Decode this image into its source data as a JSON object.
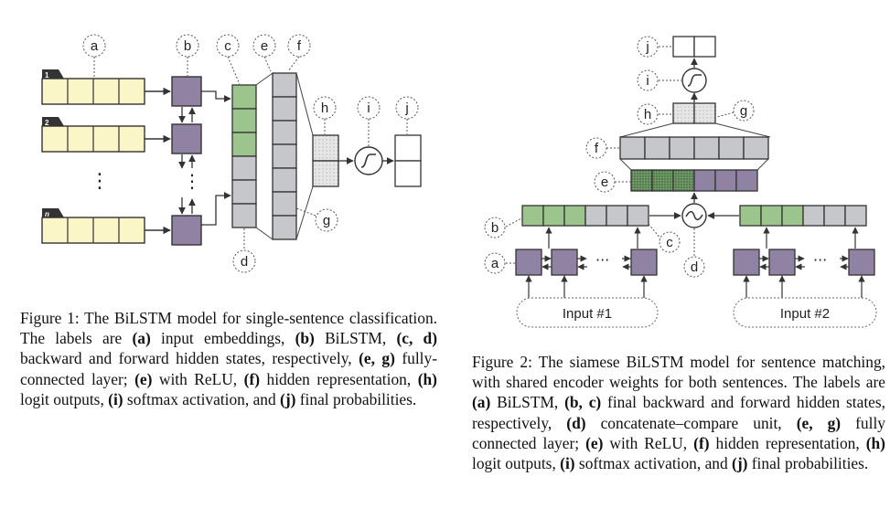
{
  "figure1": {
    "labels": [
      "a",
      "b",
      "c",
      "e",
      "f",
      "h",
      "i",
      "j",
      "g",
      "d"
    ],
    "row_tags": [
      "1",
      "2",
      "n"
    ],
    "ellipsis": "⋮",
    "caption": [
      {
        "t": "Figure 1:  The BiLSTM model for single-sentence classification.  The labels are "
      },
      {
        "t": "(a)",
        "b": true
      },
      {
        "t": " input embeddings, "
      },
      {
        "t": "(b)",
        "b": true
      },
      {
        "t": " BiLSTM, "
      },
      {
        "t": "(c, d)",
        "b": true
      },
      {
        "t": " backward and forward hidden states, respectively, "
      },
      {
        "t": "(e, g)",
        "b": true
      },
      {
        "t": " fully-connected layer; "
      },
      {
        "t": "(e)",
        "b": true
      },
      {
        "t": " with ReLU, "
      },
      {
        "t": "(f)",
        "b": true
      },
      {
        "t": " hidden representation, "
      },
      {
        "t": "(h)",
        "b": true
      },
      {
        "t": " logit outputs, "
      },
      {
        "t": "(i)",
        "b": true
      },
      {
        "t": " softmax activation, and "
      },
      {
        "t": "(j)",
        "b": true
      },
      {
        "t": " final probabilities."
      }
    ]
  },
  "figure2": {
    "labels": [
      "j",
      "i",
      "h",
      "g",
      "f",
      "e",
      "b",
      "c",
      "a",
      "d"
    ],
    "input_1": "Input #1",
    "input_2": "Input #2",
    "ellipsis": "···",
    "caption": [
      {
        "t": "Figure 2: The siamese BiLSTM model for sentence matching, with shared encoder weights for both sentences.  The labels are "
      },
      {
        "t": "(a)",
        "b": true
      },
      {
        "t": " BiLSTM, "
      },
      {
        "t": "(b, c)",
        "b": true
      },
      {
        "t": " final backward and forward hidden states, respectively, "
      },
      {
        "t": "(d)",
        "b": true
      },
      {
        "t": " concatenate–compare unit, "
      },
      {
        "t": "(e, g)",
        "b": true
      },
      {
        "t": " fully connected layer; "
      },
      {
        "t": "(e)",
        "b": true
      },
      {
        "t": " with ReLU, "
      },
      {
        "t": "(f)",
        "b": true
      },
      {
        "t": " hidden representation, "
      },
      {
        "t": "(h)",
        "b": true
      },
      {
        "t": " logit outputs, "
      },
      {
        "t": "(i)",
        "b": true
      },
      {
        "t": " softmax activation, and "
      },
      {
        "t": "(j)",
        "b": true
      },
      {
        "t": " final probabilities."
      }
    ]
  },
  "colors": {
    "embedding": "#fbf6c8",
    "lstm": "#8f82a2",
    "green": "#9cc58e",
    "gray": "#c5c7ca",
    "light": "#eeeeee",
    "ink": "#333333"
  }
}
